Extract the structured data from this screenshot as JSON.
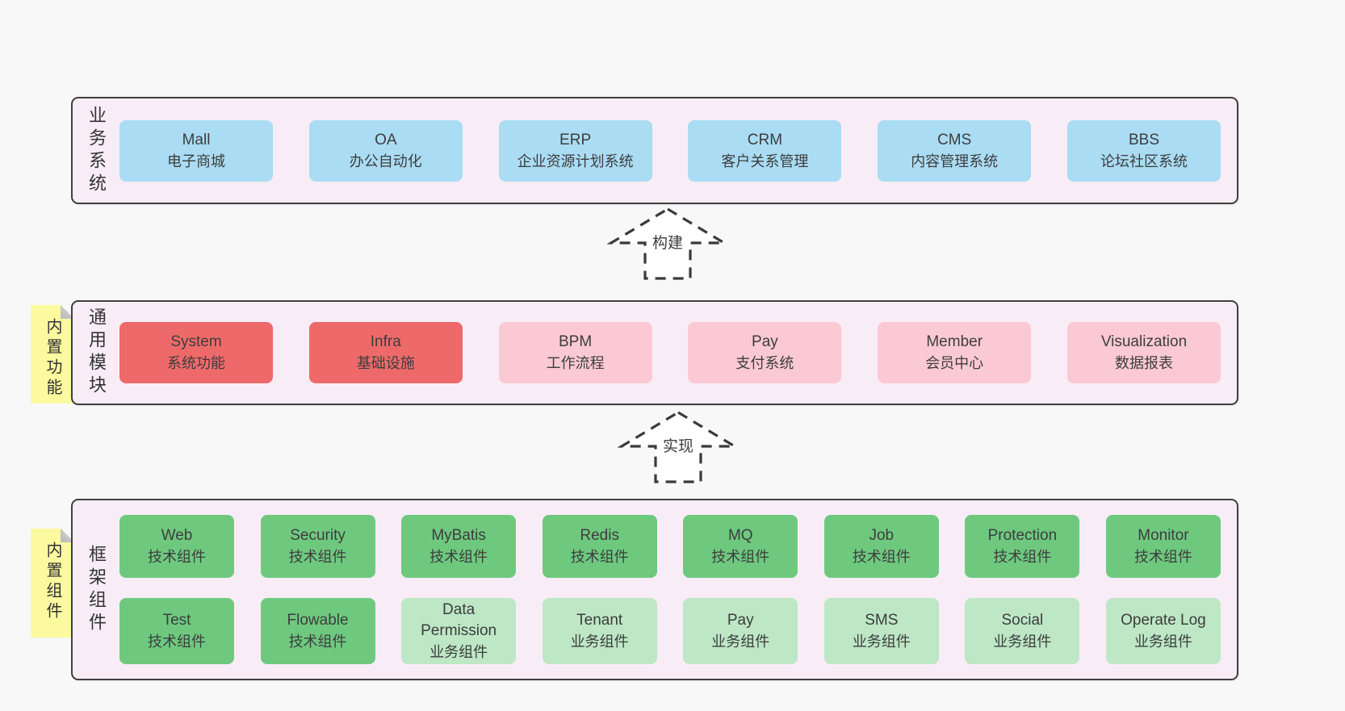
{
  "colors": {
    "page_bg": "#f8f8f8",
    "panel_bg": "#f8edf6",
    "blue": "#aadcf4",
    "red": "#ee6a6a",
    "pink": "#fbc9d3",
    "green": "#6ec97f",
    "light_green": "#bde7c5",
    "note_yellow": "#fbfa9f"
  },
  "layers": {
    "business": {
      "label": "业务系统",
      "boxes": [
        {
          "title": "Mall",
          "subtitle": "电子商城"
        },
        {
          "title": "OA",
          "subtitle": "办公自动化"
        },
        {
          "title": "ERP",
          "subtitle": "企业资源计划系统"
        },
        {
          "title": "CRM",
          "subtitle": "客户关系管理"
        },
        {
          "title": "CMS",
          "subtitle": "内容管理系统"
        },
        {
          "title": "BBS",
          "subtitle": "论坛社区系统"
        }
      ]
    },
    "modules": {
      "label": "通用模块",
      "note": "内置功能",
      "boxes": [
        {
          "title": "System",
          "subtitle": "系统功能"
        },
        {
          "title": "Infra",
          "subtitle": "基础设施"
        },
        {
          "title": "BPM",
          "subtitle": "工作流程"
        },
        {
          "title": "Pay",
          "subtitle": "支付系统"
        },
        {
          "title": "Member",
          "subtitle": "会员中心"
        },
        {
          "title": "Visualization",
          "subtitle": "数据报表"
        }
      ]
    },
    "framework": {
      "label": "框架组件",
      "note": "内置组件",
      "row1": [
        {
          "title": "Web",
          "subtitle": "技术组件"
        },
        {
          "title": "Security",
          "subtitle": "技术组件"
        },
        {
          "title": "MyBatis",
          "subtitle": "技术组件"
        },
        {
          "title": "Redis",
          "subtitle": "技术组件"
        },
        {
          "title": "MQ",
          "subtitle": "技术组件"
        },
        {
          "title": "Job",
          "subtitle": "技术组件"
        },
        {
          "title": "Protection",
          "subtitle": "技术组件"
        },
        {
          "title": "Monitor",
          "subtitle": "技术组件"
        }
      ],
      "row2": [
        {
          "title": "Test",
          "subtitle": "技术组件"
        },
        {
          "title": "Flowable",
          "subtitle": "技术组件"
        },
        {
          "title": "Data Permission",
          "subtitle": "业务组件"
        },
        {
          "title": "Tenant",
          "subtitle": "业务组件"
        },
        {
          "title": "Pay",
          "subtitle": "业务组件"
        },
        {
          "title": "SMS",
          "subtitle": "业务组件"
        },
        {
          "title": "Social",
          "subtitle": "业务组件"
        },
        {
          "title": "Operate Log",
          "subtitle": "业务组件"
        }
      ]
    }
  },
  "arrows": {
    "build": "构建",
    "implement": "实现"
  }
}
